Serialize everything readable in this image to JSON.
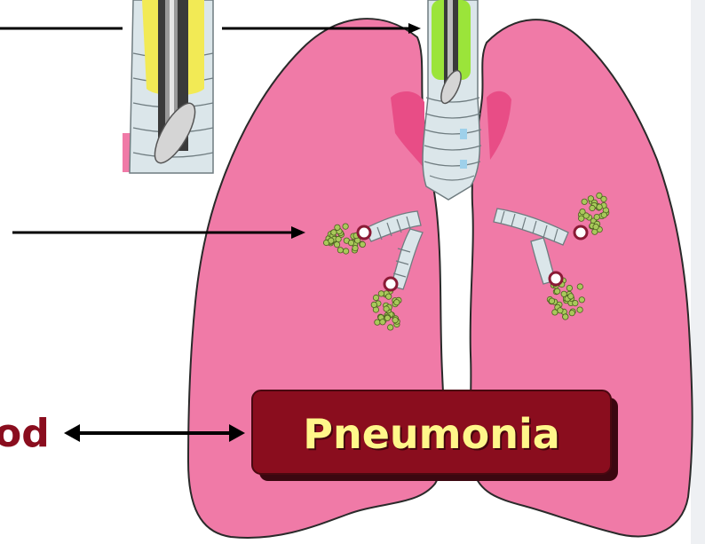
{
  "labels": {
    "left_cut_text": "od",
    "pneumonia": "Pneumonia"
  },
  "colors": {
    "lung": "#f07aa7",
    "lung_outline": "#2a2a2a",
    "lung_inner": "#e84d86",
    "trachea": "#dbe6ea",
    "trachea_outline": "#6f7c80",
    "tube_yellow": "#f2ea55",
    "tube_green": "#9be43a",
    "bacteria": "#a9c95a",
    "label_box": "#8a0d1e",
    "label_text": "#fff78a",
    "left_text": "#8a0d1e",
    "arrow": "#000000"
  },
  "icons": {
    "endotracheal-tube-inset": "tube-cross-section",
    "bacteria-cluster": "bacteria-dots"
  }
}
